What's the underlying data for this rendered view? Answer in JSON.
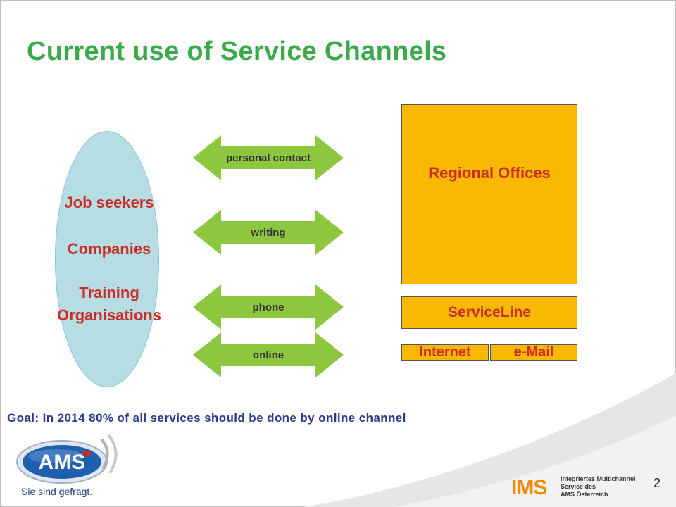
{
  "slide": {
    "title": "Current use of Service Channels",
    "page_number": "2"
  },
  "audience": {
    "items": [
      "Job seekers",
      "Companies",
      "Training",
      "Organisations"
    ]
  },
  "channels": [
    {
      "label": "personal contact"
    },
    {
      "label": "writing"
    },
    {
      "label": "phone"
    },
    {
      "label": "online"
    }
  ],
  "service_boxes": {
    "regional_offices": "Regional Offices",
    "serviceline": "ServiceLine",
    "internet": "Internet",
    "email": "e-Mail"
  },
  "goal": "Goal: In 2014 80% of all services should be done by online channel",
  "branding": {
    "ams_logo_text": "AMS",
    "ams_slogan": "Sie sind gefragt.",
    "ims_logo_text": "IMS",
    "ims_lines": [
      "Integriertes Multichannel",
      "Service des",
      "AMS Österreich"
    ]
  },
  "colors": {
    "title_green": "#3aaa4a",
    "arrow_green": "#8dc63f",
    "box_orange": "#f8b800",
    "text_red": "#cc2c26",
    "ellipse_blue": "#b7dde4",
    "goal_blue": "#2b3a8f"
  }
}
